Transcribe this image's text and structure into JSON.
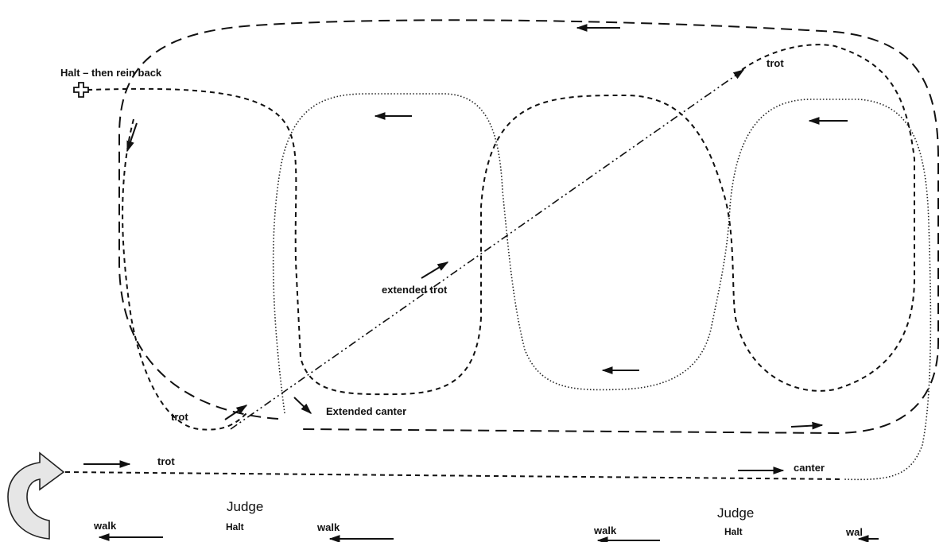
{
  "labels": {
    "halt_rein_back": "Halt – then rein back",
    "trot_top_right": "trot",
    "extended_trot": "extended trot",
    "trot_bottom_left": "trot",
    "extended_canter": "Extended canter",
    "trot_bottom_line": "trot",
    "canter": "canter",
    "judge_left": "Judge",
    "halt_left": "Halt",
    "judge_right": "Judge",
    "halt_right": "Halt",
    "walk_1": "walk",
    "walk_2": "walk",
    "walk_3": "walk",
    "walk_4": "wal"
  },
  "colors": {
    "ink": "#111111",
    "turn_arrow_fill": "#e6e6e6"
  },
  "icons": {
    "halt_marker": "cross-icon",
    "start_turn": "u-turn-arrow-icon"
  }
}
